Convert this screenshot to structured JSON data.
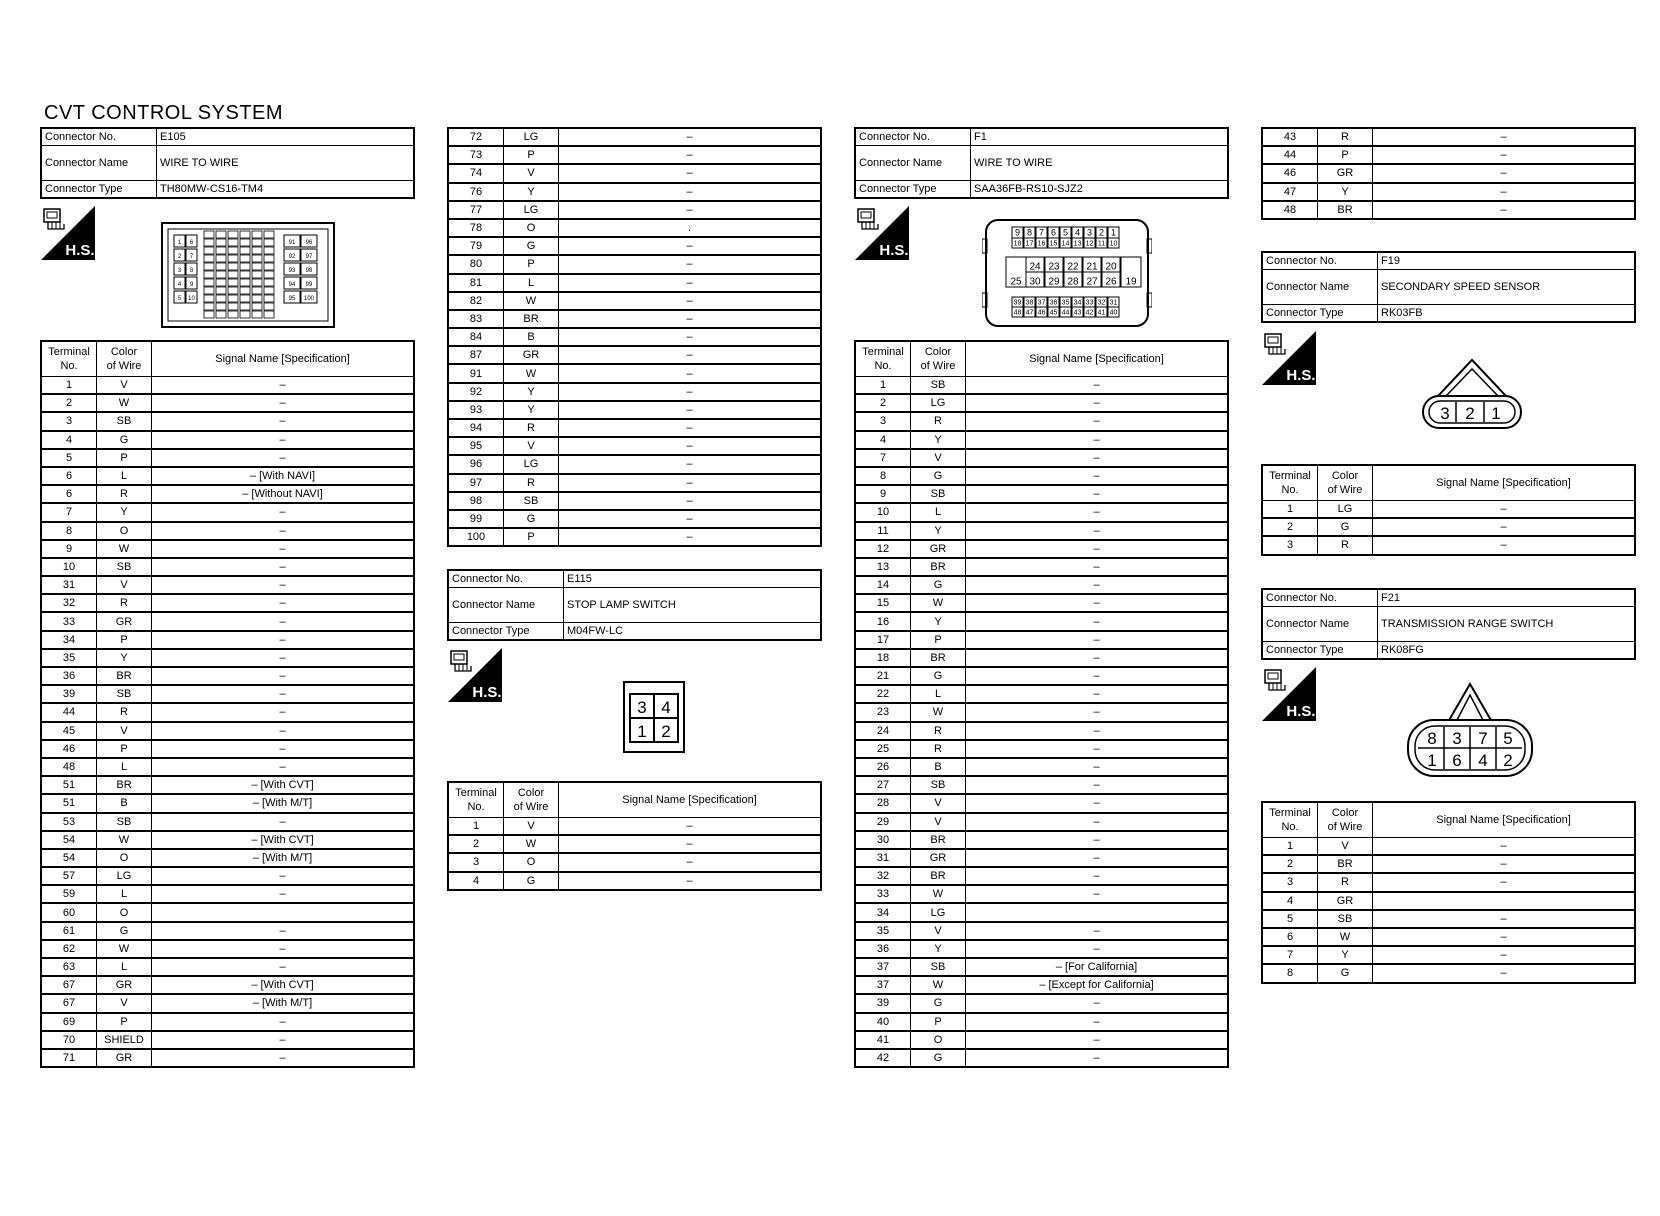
{
  "page_title": "CVT CONTROL SYSTEM",
  "labels": {
    "connector_no": "Connector No.",
    "connector_name": "Connector Name",
    "connector_type": "Connector Type",
    "terminal_no_1": "Terminal",
    "terminal_no_2": "No.",
    "color_1": "Color",
    "color_2": "of Wire",
    "signal": "Signal Name [Specification]",
    "hs_badge": "H.S."
  },
  "connectors": {
    "e105": {
      "no": "E105",
      "name": "WIRE TO WIRE",
      "type": "TH80MW-CS16-TM4"
    },
    "e115": {
      "no": "E115",
      "name": "STOP LAMP SWITCH",
      "type": "M04FW-LC"
    },
    "f1": {
      "no": "F1",
      "name": "WIRE TO WIRE",
      "type": "SAA36FB-RS10-SJZ2"
    },
    "f19": {
      "no": "F19",
      "name": "SECONDARY SPEED SENSOR",
      "type": "RK03FB"
    },
    "f21": {
      "no": "F21",
      "name": "TRANSMISSION RANGE SWITCH",
      "type": "RK08FG"
    }
  },
  "tables": {
    "e105_a": [
      [
        "1",
        "V",
        "–"
      ],
      [
        "2",
        "W",
        "–"
      ],
      [
        "3",
        "SB",
        "–"
      ],
      [
        "4",
        "G",
        "–"
      ],
      [
        "5",
        "P",
        "–"
      ],
      [
        "6",
        "L",
        "– [With NAVI]"
      ],
      [
        "6",
        "R",
        "– [Without NAVI]"
      ],
      [
        "7",
        "Y",
        "–"
      ],
      [
        "8",
        "O",
        "–"
      ],
      [
        "9",
        "W",
        "–"
      ],
      [
        "10",
        "SB",
        "–"
      ],
      [
        "31",
        "V",
        "–"
      ],
      [
        "32",
        "R",
        "–"
      ],
      [
        "33",
        "GR",
        "–"
      ],
      [
        "34",
        "P",
        "–"
      ],
      [
        "35",
        "Y",
        "–"
      ],
      [
        "36",
        "BR",
        "–"
      ],
      [
        "39",
        "SB",
        "–"
      ],
      [
        "44",
        "R",
        "–"
      ],
      [
        "45",
        "V",
        "–"
      ],
      [
        "46",
        "P",
        "–"
      ],
      [
        "48",
        "L",
        "–"
      ],
      [
        "51",
        "BR",
        "– [With CVT]"
      ],
      [
        "51",
        "B",
        "– [With M/T]"
      ],
      [
        "53",
        "SB",
        "–"
      ],
      [
        "54",
        "W",
        "– [With CVT]"
      ],
      [
        "54",
        "O",
        "– [With M/T]"
      ],
      [
        "57",
        "LG",
        "–"
      ],
      [
        "59",
        "L",
        "–"
      ],
      [
        "60",
        "O",
        ""
      ],
      [
        "61",
        "G",
        "–"
      ],
      [
        "62",
        "W",
        "–"
      ],
      [
        "63",
        "L",
        "–"
      ],
      [
        "67",
        "GR",
        "– [With CVT]"
      ],
      [
        "67",
        "V",
        "– [With M/T]"
      ],
      [
        "69",
        "P",
        "–"
      ],
      [
        "70",
        "SHIELD",
        "–"
      ],
      [
        "71",
        "GR",
        "–"
      ]
    ],
    "e105_b": [
      [
        "72",
        "LG",
        "–"
      ],
      [
        "73",
        "P",
        "–"
      ],
      [
        "74",
        "V",
        "–"
      ],
      [
        "76",
        "Y",
        "–"
      ],
      [
        "77",
        "LG",
        "–"
      ],
      [
        "78",
        "O",
        "."
      ],
      [
        "79",
        "G",
        "–"
      ],
      [
        "80",
        "P",
        "–"
      ],
      [
        "81",
        "L",
        "–"
      ],
      [
        "82",
        "W",
        "–"
      ],
      [
        "83",
        "BR",
        "–"
      ],
      [
        "84",
        "B",
        "–"
      ],
      [
        "87",
        "GR",
        "–"
      ],
      [
        "91",
        "W",
        "–"
      ],
      [
        "92",
        "Y",
        "–"
      ],
      [
        "93",
        "Y",
        "–"
      ],
      [
        "94",
        "R",
        "–"
      ],
      [
        "95",
        "V",
        "–"
      ],
      [
        "96",
        "LG",
        "–"
      ],
      [
        "97",
        "R",
        "–"
      ],
      [
        "98",
        "SB",
        "–"
      ],
      [
        "99",
        "G",
        "–"
      ],
      [
        "100",
        "P",
        "–"
      ]
    ],
    "e115": [
      [
        "1",
        "V",
        "–"
      ],
      [
        "2",
        "W",
        "–"
      ],
      [
        "3",
        "O",
        "–"
      ],
      [
        "4",
        "G",
        "–"
      ]
    ],
    "f1_a": [
      [
        "1",
        "SB",
        "–"
      ],
      [
        "2",
        "LG",
        "–"
      ],
      [
        "3",
        "R",
        "–"
      ],
      [
        "4",
        "Y",
        "–"
      ],
      [
        "7",
        "V",
        "–"
      ],
      [
        "8",
        "G",
        "–"
      ],
      [
        "9",
        "SB",
        "–"
      ],
      [
        "10",
        "L",
        "–"
      ],
      [
        "11",
        "Y",
        "–"
      ],
      [
        "12",
        "GR",
        "–"
      ],
      [
        "13",
        "BR",
        "–"
      ],
      [
        "14",
        "G",
        "–"
      ],
      [
        "15",
        "W",
        "–"
      ],
      [
        "16",
        "Y",
        "–"
      ],
      [
        "17",
        "P",
        "–"
      ],
      [
        "18",
        "BR",
        "–"
      ],
      [
        "21",
        "G",
        "–"
      ],
      [
        "22",
        "L",
        "–"
      ],
      [
        "23",
        "W",
        "–"
      ],
      [
        "24",
        "R",
        "–"
      ],
      [
        "25",
        "R",
        "–"
      ],
      [
        "26",
        "B",
        "–"
      ],
      [
        "27",
        "SB",
        "–"
      ],
      [
        "28",
        "V",
        "–"
      ],
      [
        "29",
        "V",
        "–"
      ],
      [
        "30",
        "BR",
        "–"
      ],
      [
        "31",
        "GR",
        "–"
      ],
      [
        "32",
        "BR",
        "–"
      ],
      [
        "33",
        "W",
        "–"
      ],
      [
        "34",
        "LG",
        ""
      ],
      [
        "35",
        "V",
        "–"
      ],
      [
        "36",
        "Y",
        "–"
      ],
      [
        "37",
        "SB",
        "– [For California]"
      ],
      [
        "37",
        "W",
        "– [Except for California]"
      ],
      [
        "39",
        "G",
        "–"
      ],
      [
        "40",
        "P",
        "–"
      ],
      [
        "41",
        "O",
        "–"
      ],
      [
        "42",
        "G",
        "–"
      ]
    ],
    "f1_b": [
      [
        "43",
        "R",
        "–"
      ],
      [
        "44",
        "P",
        "–"
      ],
      [
        "46",
        "GR",
        "–"
      ],
      [
        "47",
        "Y",
        "–"
      ],
      [
        "48",
        "BR",
        "–"
      ]
    ],
    "f19": [
      [
        "1",
        "LG",
        "–"
      ],
      [
        "2",
        "G",
        "–"
      ],
      [
        "3",
        "R",
        "–"
      ]
    ],
    "f21": [
      [
        "1",
        "V",
        "–"
      ],
      [
        "2",
        "BR",
        "–"
      ],
      [
        "3",
        "R",
        "–"
      ],
      [
        "4",
        "GR",
        ""
      ],
      [
        "5",
        "SB",
        "–"
      ],
      [
        "6",
        "W",
        "–"
      ],
      [
        "7",
        "Y",
        "–"
      ],
      [
        "8",
        "G",
        "–"
      ]
    ]
  },
  "diagrams": {
    "e115_pins": [
      "3",
      "4",
      "1",
      "2"
    ],
    "f19_pins": [
      "3",
      "2",
      "1"
    ],
    "f21_pins": [
      "8",
      "3",
      "7",
      "5",
      "1",
      "6",
      "4",
      "2"
    ],
    "f1_row1": [
      "9",
      "8",
      "7",
      "6",
      "5",
      "4",
      "3",
      "2",
      "1"
    ],
    "f1_row2": [
      "18",
      "17",
      "16",
      "15",
      "14",
      "13",
      "12",
      "11",
      "10"
    ],
    "f1_mid_left": "25",
    "f1_mid_top": [
      "24",
      "23",
      "22",
      "21",
      "20"
    ],
    "f1_mid_bot": [
      "30",
      "29",
      "28",
      "27",
      "26"
    ],
    "f1_mid_right": "19",
    "f1_row5": [
      "39",
      "38",
      "37",
      "36",
      "35",
      "34",
      "33",
      "32",
      "31"
    ],
    "f1_row6": [
      "48",
      "47",
      "46",
      "45",
      "44",
      "43",
      "42",
      "41",
      "40"
    ],
    "e105_left": [
      "1",
      "6",
      "2",
      "7",
      "3",
      "8",
      "4",
      "9",
      "5",
      "10"
    ],
    "e105_right": [
      "91",
      "96",
      "92",
      "97",
      "93",
      "98",
      "94",
      "99",
      "95",
      "100"
    ]
  }
}
